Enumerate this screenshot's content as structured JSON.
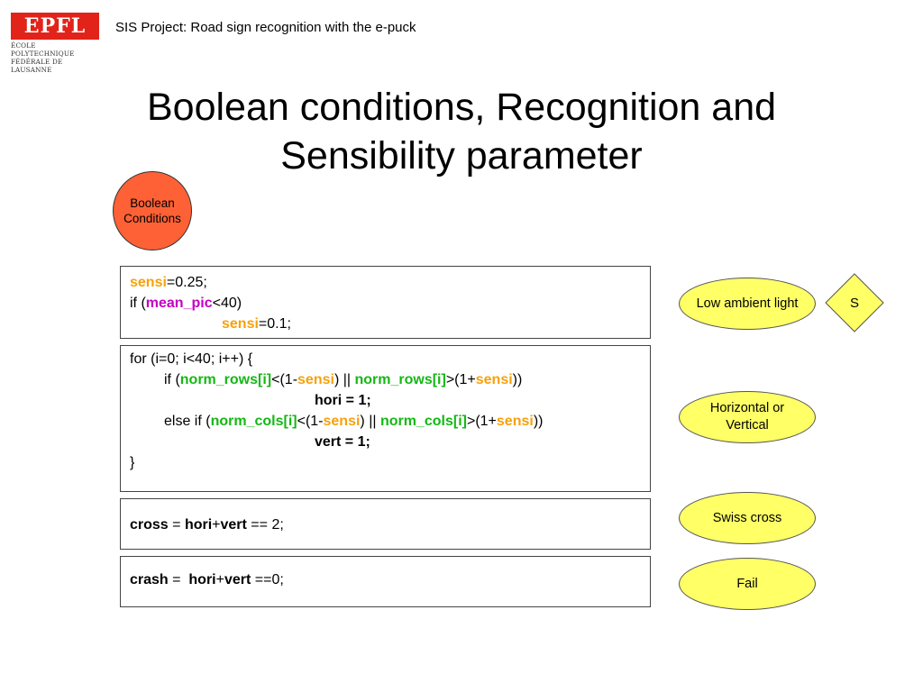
{
  "logo": {
    "mark": "EPFL",
    "line1": "ÉCOLE POLYTECHNIQUE",
    "line2": "FÉDÉRALE DE LAUSANNE"
  },
  "header": {
    "title": "SIS Project: Road sign recognition with the e-puck"
  },
  "slide": {
    "title_line1": "Boolean conditions, Recognition and",
    "title_line2": "Sensibility parameter"
  },
  "boolean_circle": {
    "line1": "Boolean",
    "line2": "Conditions"
  },
  "code": {
    "sensi": "sensi",
    "mean_pic": "mean_pic",
    "norm_rows": "norm_rows[i]",
    "norm_cols": "norm_cols[i]",
    "box1": {
      "l1_rest": "=0.25;",
      "l2_pre": "if (",
      "l2_post": "<40)",
      "l3_rest": "=0.1;"
    },
    "box2": {
      "l1": "for (i=0; i<40; i++) {",
      "l2_pre": "if (",
      "lt_one_minus": "<(1-",
      "or": ") || ",
      "gt_one_plus": ">(1+",
      "close": "))",
      "l3": "hori = 1;",
      "l4_pre": "else if (",
      "l5": "vert = 1;",
      "l6": "}"
    },
    "box3": {
      "cross": "cross",
      "eq": " = ",
      "hori": "hori",
      "plus": "+",
      "vert": "vert",
      "rest": " == 2;"
    },
    "box4": {
      "crash": "crash",
      "eq": " =  ",
      "hori": "hori",
      "plus": "+",
      "vert": "vert",
      "rest": " ==0;"
    }
  },
  "labels": {
    "low_ambient": "Low ambient light",
    "diamond": "S",
    "hv_line1": "Horizontal or",
    "hv_line2": "Vertical",
    "swiss_cross": "Swiss cross",
    "fail": "Fail"
  },
  "colors": {
    "orange": "#f7a10a",
    "magenta": "#c400c4",
    "green": "#14b814",
    "yellow": "#ffff66",
    "red_circle": "#fe6135",
    "epfl_red": "#e2231a"
  }
}
